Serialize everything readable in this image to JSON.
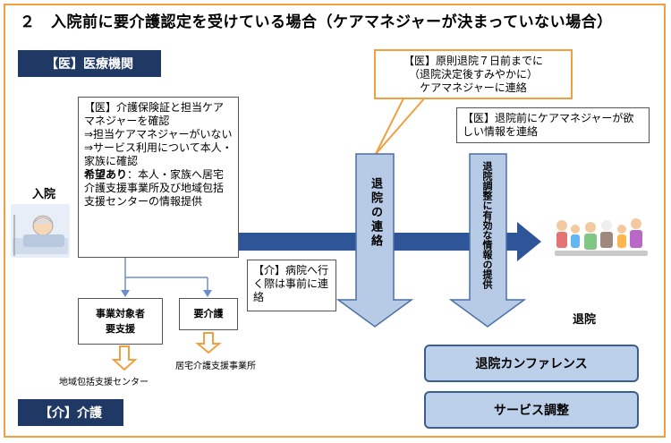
{
  "title": "２　入院前に要介護認定を受けている場合（ケアマネジャーが決まっていない場合）",
  "labels": {
    "medical": "【医】医療機関",
    "care": "【介】介護",
    "admission": "入院",
    "discharge": "退院"
  },
  "hospital_note": {
    "line1": "【医】介護保険証と担当ケアマネジャーを確認",
    "line2": "⇒担当ケアマネジャーがいない",
    "line3": "⇒サービス利用について本人・家族に確認",
    "line4_bold": "希望あり",
    "line4_rest": "：本人・家族へ居宅介護支援事業所及び地域包括支援センターの情報提供"
  },
  "contact_note": {
    "line1": "【医】原則退院７日前までに",
    "line2": "（退院決定後すみやかに）",
    "line3": "ケアマネジャーに連絡"
  },
  "info_note": "【医】退院前にケアマネジャーが欲しい情報を連絡",
  "care_note": "【介】病院へ行く際は事前に連絡",
  "arrows": {
    "discharge_contact": "退院の連絡",
    "info_provision": "退院調整に有効な情報の提供"
  },
  "branches": {
    "support": "事業対象者\n要支援",
    "care": "要介護",
    "support_dest": "地域包括支援センター",
    "care_dest": "居宅介護支援事業所"
  },
  "buttons": {
    "conference": "退院カンファレンス",
    "service_adjust": "サービス調整"
  },
  "colors": {
    "navy": "#1f3864",
    "arrow_blue": "#2e5597",
    "arrow_light": "#b7cbe6",
    "orange": "#f0a040"
  },
  "icons": [
    "patient-in-bed-icon",
    "family-group-icon"
  ]
}
